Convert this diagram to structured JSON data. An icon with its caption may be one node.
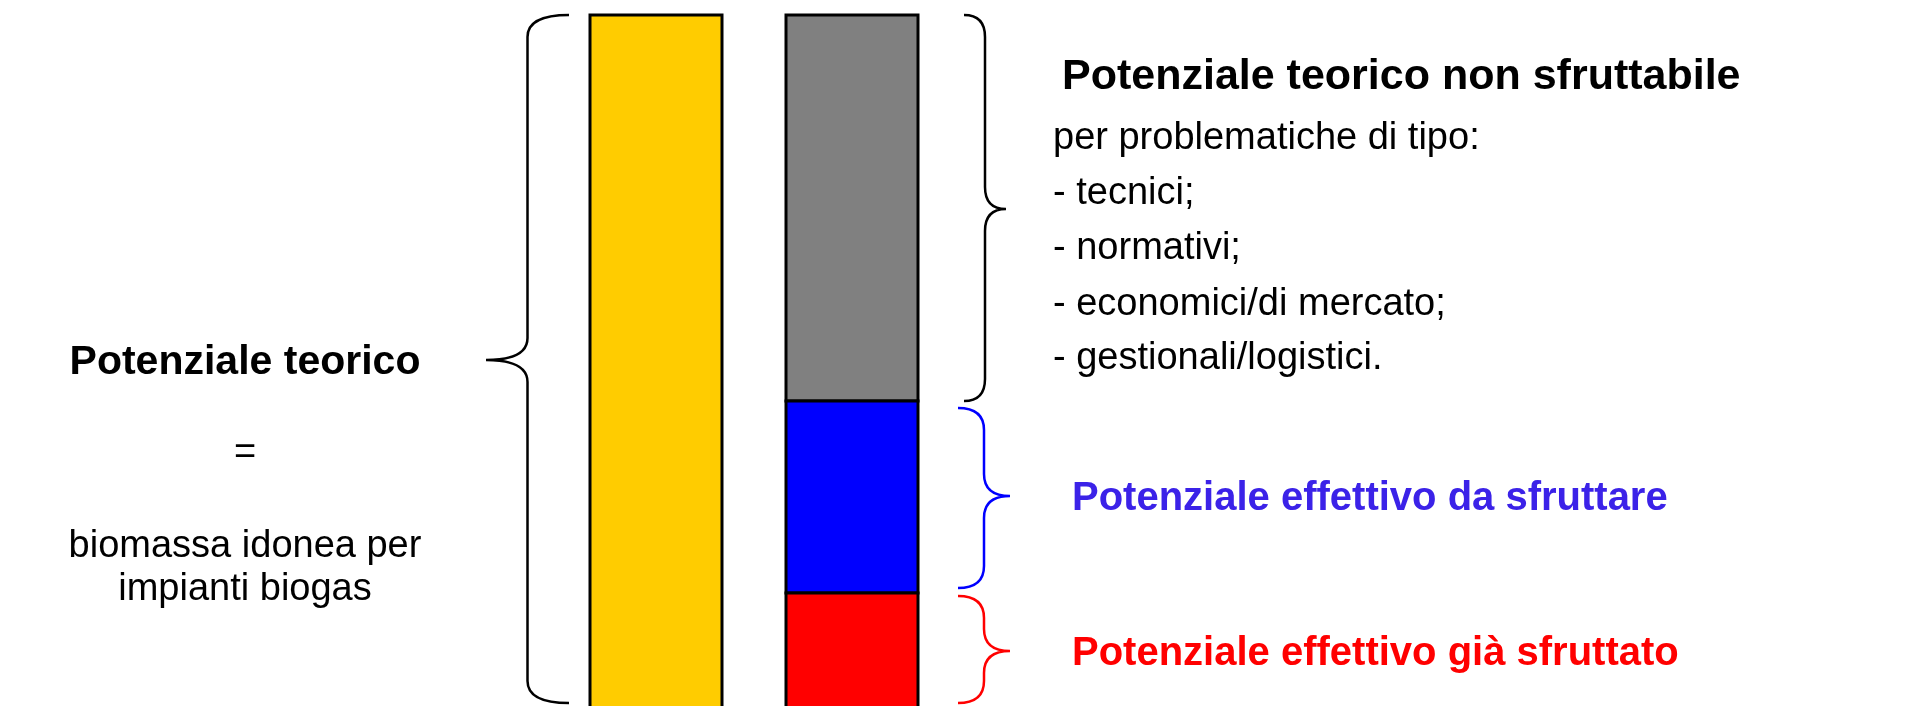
{
  "diagram": {
    "labels": [
      "Potenziale teorico",
      "=",
      "biomassa idonea per impianti biogas",
      "Potenziale teorico non sfruttabile",
      "per problematiche di tipo:",
      "- tecnici;",
      "- normativi;",
      "- economici/di mercato;",
      "- gestionali/logistici.",
      "Potenziale effettivo da sfruttare",
      "Potenziale effettivo già sfruttato"
    ]
  }
}
